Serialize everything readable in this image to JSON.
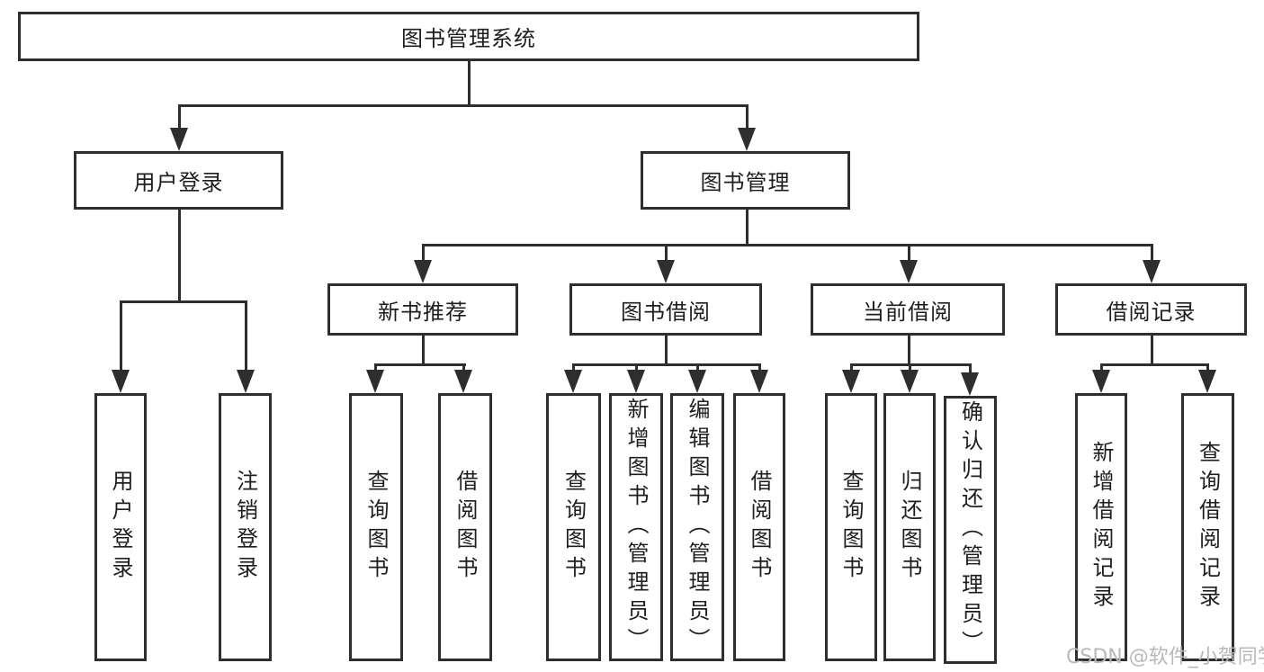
{
  "diagram_type": "tree",
  "colors": {
    "line": "#2e2e2e",
    "box_border": "#2e2e2e",
    "text": "#1e1e1e",
    "watermark": "#b9b9b9",
    "background": "#ffffff"
  },
  "watermark": "CSDN @软件_小贺同学",
  "tree": {
    "label": "图书管理系统",
    "children": [
      {
        "label": "用户登录",
        "children": [
          {
            "label": "用户登录"
          },
          {
            "label": "注销登录"
          }
        ]
      },
      {
        "label": "图书管理",
        "children": [
          {
            "label": "新书推荐",
            "children": [
              {
                "label": "查询图书"
              },
              {
                "label": "借阅图书"
              }
            ]
          },
          {
            "label": "图书借阅",
            "children": [
              {
                "label": "查询图书"
              },
              {
                "label": "新增图书（管理员）"
              },
              {
                "label": "编辑图书（管理员）"
              },
              {
                "label": "借阅图书"
              }
            ]
          },
          {
            "label": "当前借阅",
            "children": [
              {
                "label": "查询图书"
              },
              {
                "label": "归还图书"
              },
              {
                "label": "确认归还（管理员）"
              }
            ]
          },
          {
            "label": "借阅记录",
            "children": [
              {
                "label": "新增借阅记录"
              },
              {
                "label": "查询借阅记录"
              }
            ]
          }
        ]
      }
    ]
  }
}
